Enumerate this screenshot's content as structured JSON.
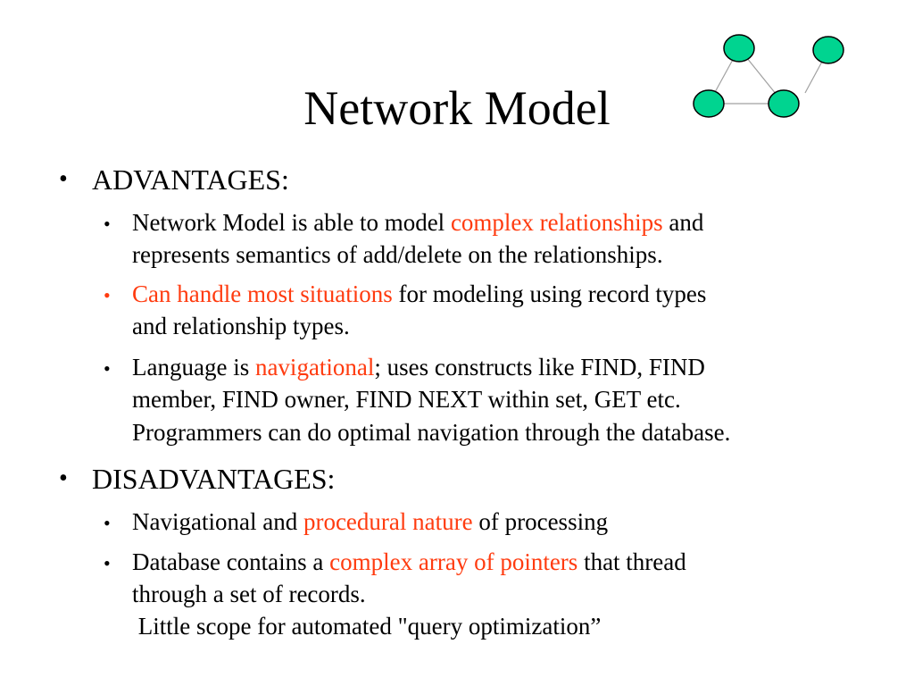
{
  "slide": {
    "title": "Network Model",
    "accent_color": "#ff3b0f",
    "node_color": "#00d490",
    "bullet_char": "•"
  },
  "advantages": {
    "heading": "ADVANTAGES:",
    "item1": {
      "line1_a": "Network Model is able to model ",
      "line1_hl": "complex relationships",
      "line1_b": " and",
      "line2": "represents semantics of add/delete on the relationships."
    },
    "item2": {
      "line1_hl": "Can handle most situations ",
      "line1_b": "for modeling using record types",
      "line2": "and relationship types."
    },
    "item3": {
      "line1_a": "Language is ",
      "line1_hl": "navigational",
      "line1_b": "; uses constructs like FIND, FIND",
      "line2": "member, FIND owner, FIND NEXT within set, GET etc.",
      "line3": "Programmers can do optimal navigation through the database."
    }
  },
  "disadvantages": {
    "heading": "DISADVANTAGES:",
    "item1": {
      "line1_a": "Navigational and ",
      "line1_hl": "procedural nature",
      "line1_b": " of processing"
    },
    "item2": {
      "line1_a": "Database contains a ",
      "line1_hl": "complex array of pointers",
      "line1_b": " that thread",
      "line2": "through a set of records.",
      "line3": " Little scope for automated \"query optimization”"
    }
  }
}
